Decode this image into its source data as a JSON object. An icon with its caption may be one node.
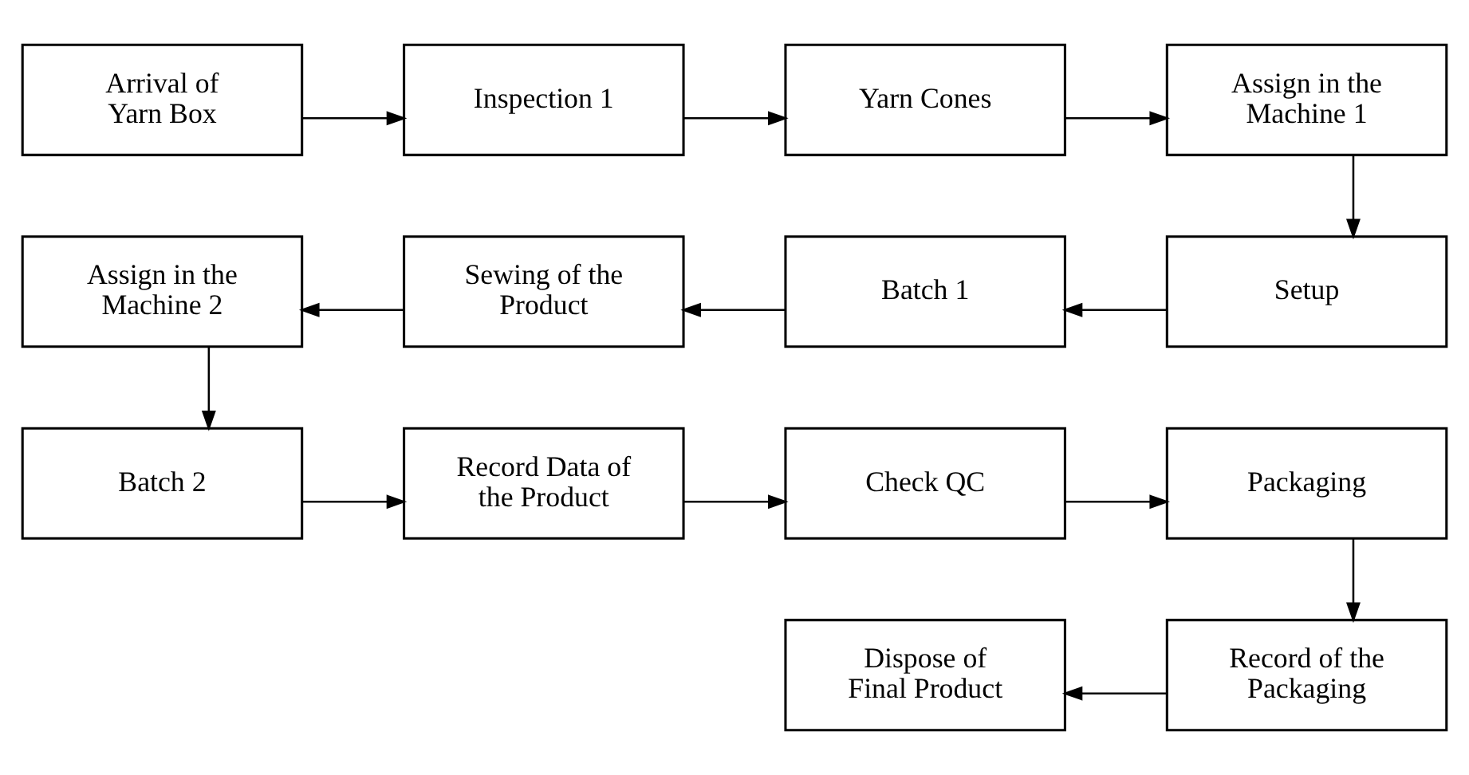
{
  "diagram": {
    "nodes": [
      {
        "text": [
          "Arrival of Yarn Box"
        ]
      },
      {
        "text": [
          "Inspection 1"
        ]
      },
      {
        "text": [
          "Yarn Cones"
        ]
      },
      {
        "text": [
          "Assign in the Machine 1"
        ]
      },
      {
        "text": [
          "Assign in the Machine 2"
        ]
      },
      {
        "text": [
          "Sewing of the Product"
        ]
      },
      {
        "text": [
          "Batch 1"
        ]
      },
      {
        "text": [
          "Setup"
        ]
      },
      {
        "text": [
          "Batch 2"
        ]
      },
      {
        "text": [
          "Record Data of the Product"
        ]
      },
      {
        "text": [
          "Check QC"
        ]
      },
      {
        "text": [
          "Packaging"
        ]
      },
      {
        "text": [
          "Dispose of Final Product"
        ]
      },
      {
        "text": [
          "Record of the Packaging"
        ]
      }
    ],
    "edges": [
      {
        "from": 0,
        "to": 1,
        "arrow": "to"
      },
      {
        "from": 1,
        "to": 2,
        "arrow": "to"
      },
      {
        "from": 2,
        "to": 3,
        "arrow": "to"
      },
      {
        "from": 3,
        "to": 7,
        "arrow": "to"
      },
      {
        "from": 7,
        "to": 6,
        "arrow": "to"
      },
      {
        "from": 6,
        "to": 5,
        "arrow": "to"
      },
      {
        "from": 5,
        "to": 4,
        "arrow": "to"
      },
      {
        "from": 4,
        "to": 8,
        "arrow": "to"
      },
      {
        "from": 8,
        "to": 9,
        "arrow": "to"
      },
      {
        "from": 9,
        "to": 10,
        "arrow": "to"
      },
      {
        "from": 10,
        "to": 11,
        "arrow": "to"
      },
      {
        "from": 11,
        "to": 13,
        "arrow": "to"
      },
      {
        "from": 13,
        "to": 12,
        "arrow": "to"
      }
    ]
  }
}
